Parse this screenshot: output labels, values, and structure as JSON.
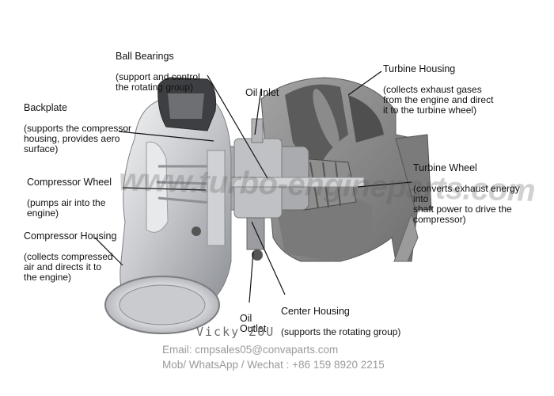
{
  "labels": {
    "ball_bearings": {
      "title": "Ball Bearings",
      "desc": "(support and control\nthe rotating group)"
    },
    "backplate": {
      "title": "Backplate",
      "desc": "(supports the compressor\nhousing,  provides aero\nsurface)"
    },
    "compressor_wheel": {
      "title": "Compressor Wheel",
      "desc": "(pumps air into the\nengine)"
    },
    "compressor_housing": {
      "title": "Compressor Housing",
      "desc": "(collects compressed\nair and directs it to\nthe engine)"
    },
    "oil_inlet": {
      "title": "Oil Inlet"
    },
    "turbine_housing": {
      "title": "Turbine Housing",
      "desc": "(collects exhaust gases\nfrom the engine and direct\nit to the turbine wheel)"
    },
    "turbine_wheel": {
      "title": "Turbine Wheel",
      "desc": "(converts exhaust energy\ninto\nshaft power to drive the\ncompressor)"
    },
    "oil_outlet": {
      "title": "Oil\nOutlet"
    },
    "center_housing": {
      "title": "Center Housing",
      "desc": "(supports the rotating group)"
    }
  },
  "watermark": "www.turbo-engineparts.com",
  "signature": "Vicky  ZOU",
  "contact": {
    "email": "Email: cmpsales05@convaparts.com",
    "phone": "Mob/ WhatsApp / Wechat : +86 159 8920 2215"
  },
  "colors": {
    "metal_light": "#d8dadd",
    "metal_dark": "#7a7d82",
    "cast_iron": "#8a8a8a",
    "leader": "#111111"
  }
}
